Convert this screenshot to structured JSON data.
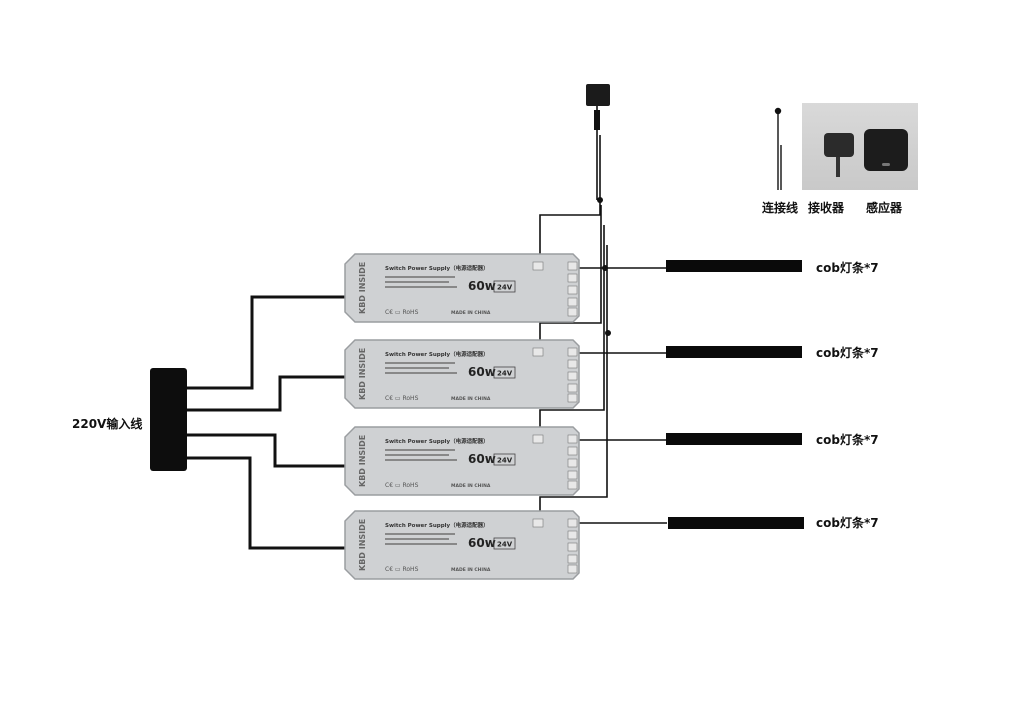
{
  "input_label": "220V输入线",
  "supplies": [
    {
      "brand": "KBD INSIDE",
      "title": "Switch Power Supply（电源适配器）",
      "wattage": "60w",
      "voltage": "24V",
      "made_in": "MADE IN CHINA"
    },
    {
      "brand": "KBD INSIDE",
      "title": "Switch Power Supply（电源适配器）",
      "wattage": "60w",
      "voltage": "24V",
      "made_in": "MADE IN CHINA"
    },
    {
      "brand": "KBD INSIDE",
      "title": "Switch Power Supply（电源适配器）",
      "wattage": "60w",
      "voltage": "24V",
      "made_in": "MADE IN CHINA"
    },
    {
      "brand": "KBD INSIDE",
      "title": "Switch Power Supply（电源适配器）",
      "wattage": "60w",
      "voltage": "24V",
      "made_in": "MADE IN CHINA"
    }
  ],
  "outputs": [
    {
      "label": "cob灯条*7"
    },
    {
      "label": "cob灯条*7"
    },
    {
      "label": "cob灯条*7"
    },
    {
      "label": "cob灯条*7"
    }
  ],
  "legend": {
    "cable": "连接线",
    "receiver": "接收器",
    "sensor": "感应器"
  },
  "colors": {
    "wire": "#111111",
    "supply_body": "#cfd1d3",
    "supply_edge": "#9a9da0"
  }
}
